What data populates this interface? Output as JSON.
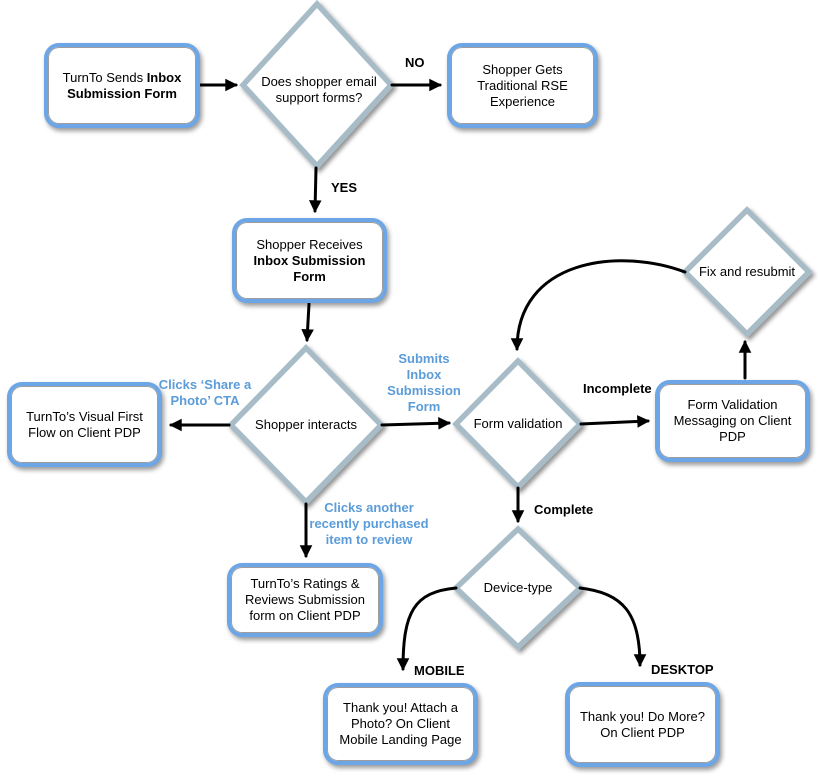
{
  "colors": {
    "node_border": "#6CA6E6",
    "decision_border": "#A8BCC8",
    "arrow": "#000000",
    "blue_label": "#5B9CD9",
    "text": "#000000",
    "background": "#ffffff"
  },
  "nodes": {
    "turnto_sends": {
      "regular": "TurnTo Sends ",
      "bold": "Inbox Submission Form"
    },
    "shopper_gets_rse": {
      "text": "Shopper Gets Traditional RSE Experience"
    },
    "shopper_receives": {
      "regular": "Shopper Receives ",
      "bold": "Inbox Submission Form"
    },
    "visual_first": {
      "text": "TurnTo’s Visual First Flow on Client PDP"
    },
    "form_validation_messaging": {
      "text": "Form Validation Messaging on Client PDP"
    },
    "ratings_reviews": {
      "text": "TurnTo’s Ratings & Reviews Submission form on Client PDP"
    },
    "thankyou_mobile": {
      "text": "Thank you! Attach a Photo? On Client Mobile Landing Page"
    },
    "thankyou_desktop": {
      "text": "Thank you! Do More? On Client PDP"
    }
  },
  "decisions": {
    "email_support": {
      "text": "Does shopper email support forms?"
    },
    "shopper_interacts": {
      "text": "Shopper interacts"
    },
    "form_validation": {
      "text": "Form validation"
    },
    "fix_resubmit": {
      "text": "Fix and resubmit"
    },
    "device_type": {
      "text": "Device-type"
    }
  },
  "labels": {
    "no": "NO",
    "yes": "YES",
    "clicks_share_photo": "Clicks ‘Share a Photo’ CTA",
    "submits_inbox": "Submits Inbox Submission Form",
    "clicks_another": "Clicks another recently purchased item to review",
    "incomplete": "Incomplete",
    "complete": "Complete",
    "mobile": "MOBILE",
    "desktop": "DESKTOP"
  }
}
